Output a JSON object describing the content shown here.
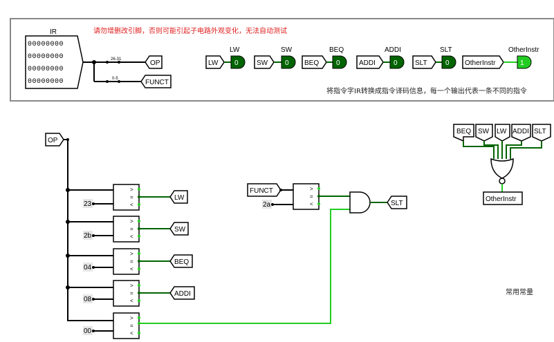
{
  "top_panel": {
    "ir_label": "IR",
    "ir_rows": [
      "00000000",
      "00000000",
      "00000000",
      "00000000"
    ],
    "warning": "请勿增删改引脚，否则可能引起子电路外观变化，无法自动测试",
    "description": "将指令字IR转换成指令译码信息，每一个输出代表一条不同的指令",
    "split_label_op": "26-31",
    "split_label_funct": "0-5",
    "op_tunnel": "OP",
    "funct_tunnel": "FUNCT",
    "outputs": [
      {
        "title": "LW",
        "tunnel": "LW",
        "value": "0"
      },
      {
        "title": "SW",
        "tunnel": "SW",
        "value": "0"
      },
      {
        "title": "BEQ",
        "tunnel": "BEQ",
        "value": "0"
      },
      {
        "title": "ADDI",
        "tunnel": "ADDI",
        "value": "0"
      },
      {
        "title": "SLT",
        "tunnel": "SLT",
        "value": "0"
      },
      {
        "title": "OtherInstr",
        "tunnel": "OtherInstr",
        "value": "1"
      }
    ]
  },
  "circuit": {
    "op_tunnel": "OP",
    "comparators": [
      {
        "constant": "23",
        "output": "LW"
      },
      {
        "constant": "2b",
        "output": "SW"
      },
      {
        "constant": "04",
        "output": "BEQ"
      },
      {
        "constant": "08",
        "output": "ADDI"
      },
      {
        "constant": "00",
        "output": ""
      }
    ],
    "funct_tunnel": "FUNCT",
    "funct_constant": "2a",
    "slt_output": "SLT",
    "cmp_symbols": [
      ">",
      "=",
      "<"
    ],
    "nor_inputs": [
      "BEQ",
      "SW",
      "LW",
      "ADDI",
      "SLT"
    ],
    "nor_output": "OtherInstr",
    "common_constants_label": "常用常量"
  },
  "colors": {
    "wire_off": "#006400",
    "wire_on": "#22cc22",
    "led_off": "#006400",
    "led_on": "#22cc22",
    "warning": "#e02020"
  }
}
